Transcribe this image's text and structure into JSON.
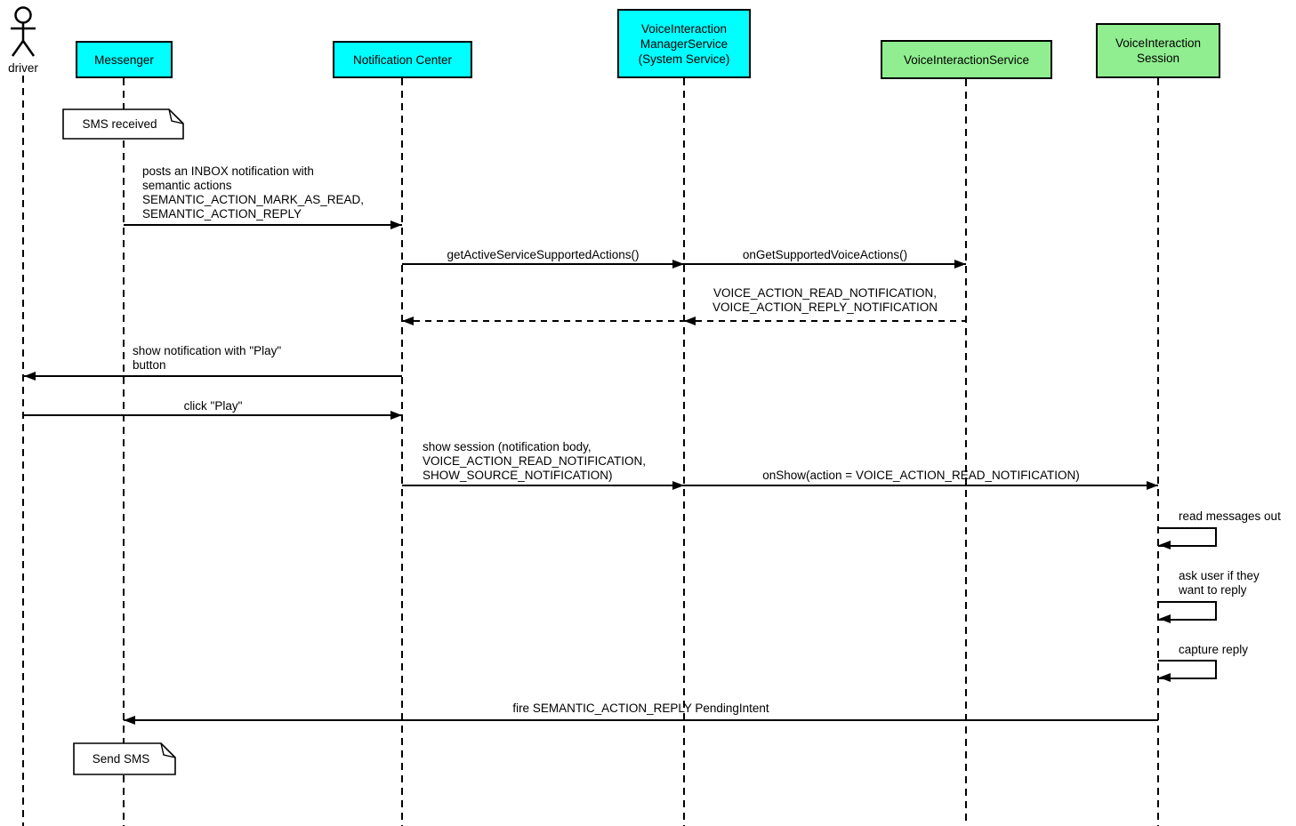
{
  "diagram": {
    "type": "uml-sequence-diagram",
    "colors": {
      "system_participant": "#00ffff",
      "voice_service_participant": "#90ee90",
      "line": "#000000",
      "note_background": "#ffffff",
      "background": "#ffffff"
    },
    "actor": {
      "label": "driver"
    },
    "participants": [
      {
        "id": "messenger",
        "label": "Messenger",
        "color": "#00ffff"
      },
      {
        "id": "notification-center",
        "label": "Notification Center",
        "color": "#00ffff"
      },
      {
        "id": "voice-interaction-manager-service",
        "label": "VoiceInteraction\nManagerService\n(System Service)",
        "color": "#00ffff"
      },
      {
        "id": "voice-interaction-service",
        "label": "VoiceInteractionService",
        "color": "#90ee90"
      },
      {
        "id": "voice-interaction-session",
        "label": "VoiceInteraction\nSession",
        "color": "#90ee90"
      }
    ],
    "notes": [
      {
        "id": "note-sms-received",
        "attached_to": "messenger",
        "text": "SMS received"
      },
      {
        "id": "note-send-sms",
        "attached_to": "messenger",
        "text": "Send SMS"
      }
    ],
    "messages": [
      {
        "from": "Messenger",
        "to": "Notification Center",
        "style": "solid",
        "label": "posts an INBOX notification with\nsemantic actions\nSEMANTIC_ACTION_MARK_AS_READ,\nSEMANTIC_ACTION_REPLY"
      },
      {
        "from": "Notification Center",
        "to": "VoiceInteractionManagerService",
        "style": "solid",
        "label": "getActiveServiceSupportedActions()"
      },
      {
        "from": "VoiceInteractionManagerService",
        "to": "VoiceInteractionService",
        "style": "solid",
        "label": "onGetSupportedVoiceActions()"
      },
      {
        "from": "VoiceInteractionService",
        "to": "VoiceInteractionManagerService",
        "style": "dashed-return",
        "label": "VOICE_ACTION_READ_NOTIFICATION,\nVOICE_ACTION_REPLY_NOTIFICATION"
      },
      {
        "from": "VoiceInteractionManagerService",
        "to": "Notification Center",
        "style": "dashed-return",
        "label": ""
      },
      {
        "from": "Notification Center",
        "to": "driver",
        "style": "solid",
        "label": "show notification with \"Play\"\nbutton"
      },
      {
        "from": "driver",
        "to": "Notification Center",
        "style": "solid",
        "label": "click \"Play\""
      },
      {
        "from": "Notification Center",
        "to": "VoiceInteractionManagerService",
        "style": "solid",
        "label": "show session (notification body,\nVOICE_ACTION_READ_NOTIFICATION,\nSHOW_SOURCE_NOTIFICATION)"
      },
      {
        "from": "VoiceInteractionManagerService",
        "to": "VoiceInteractionSession",
        "style": "solid",
        "label": "onShow(action = VOICE_ACTION_READ_NOTIFICATION)"
      },
      {
        "from": "VoiceInteractionSession",
        "to": "VoiceInteractionSession",
        "style": "self",
        "label": "read messages out"
      },
      {
        "from": "VoiceInteractionSession",
        "to": "VoiceInteractionSession",
        "style": "self",
        "label": "ask user if they\nwant to reply"
      },
      {
        "from": "VoiceInteractionSession",
        "to": "VoiceInteractionSession",
        "style": "self",
        "label": "capture reply"
      },
      {
        "from": "VoiceInteractionSession",
        "to": "Messenger",
        "style": "solid",
        "label": "fire SEMANTIC_ACTION_REPLY PendingIntent"
      }
    ]
  }
}
